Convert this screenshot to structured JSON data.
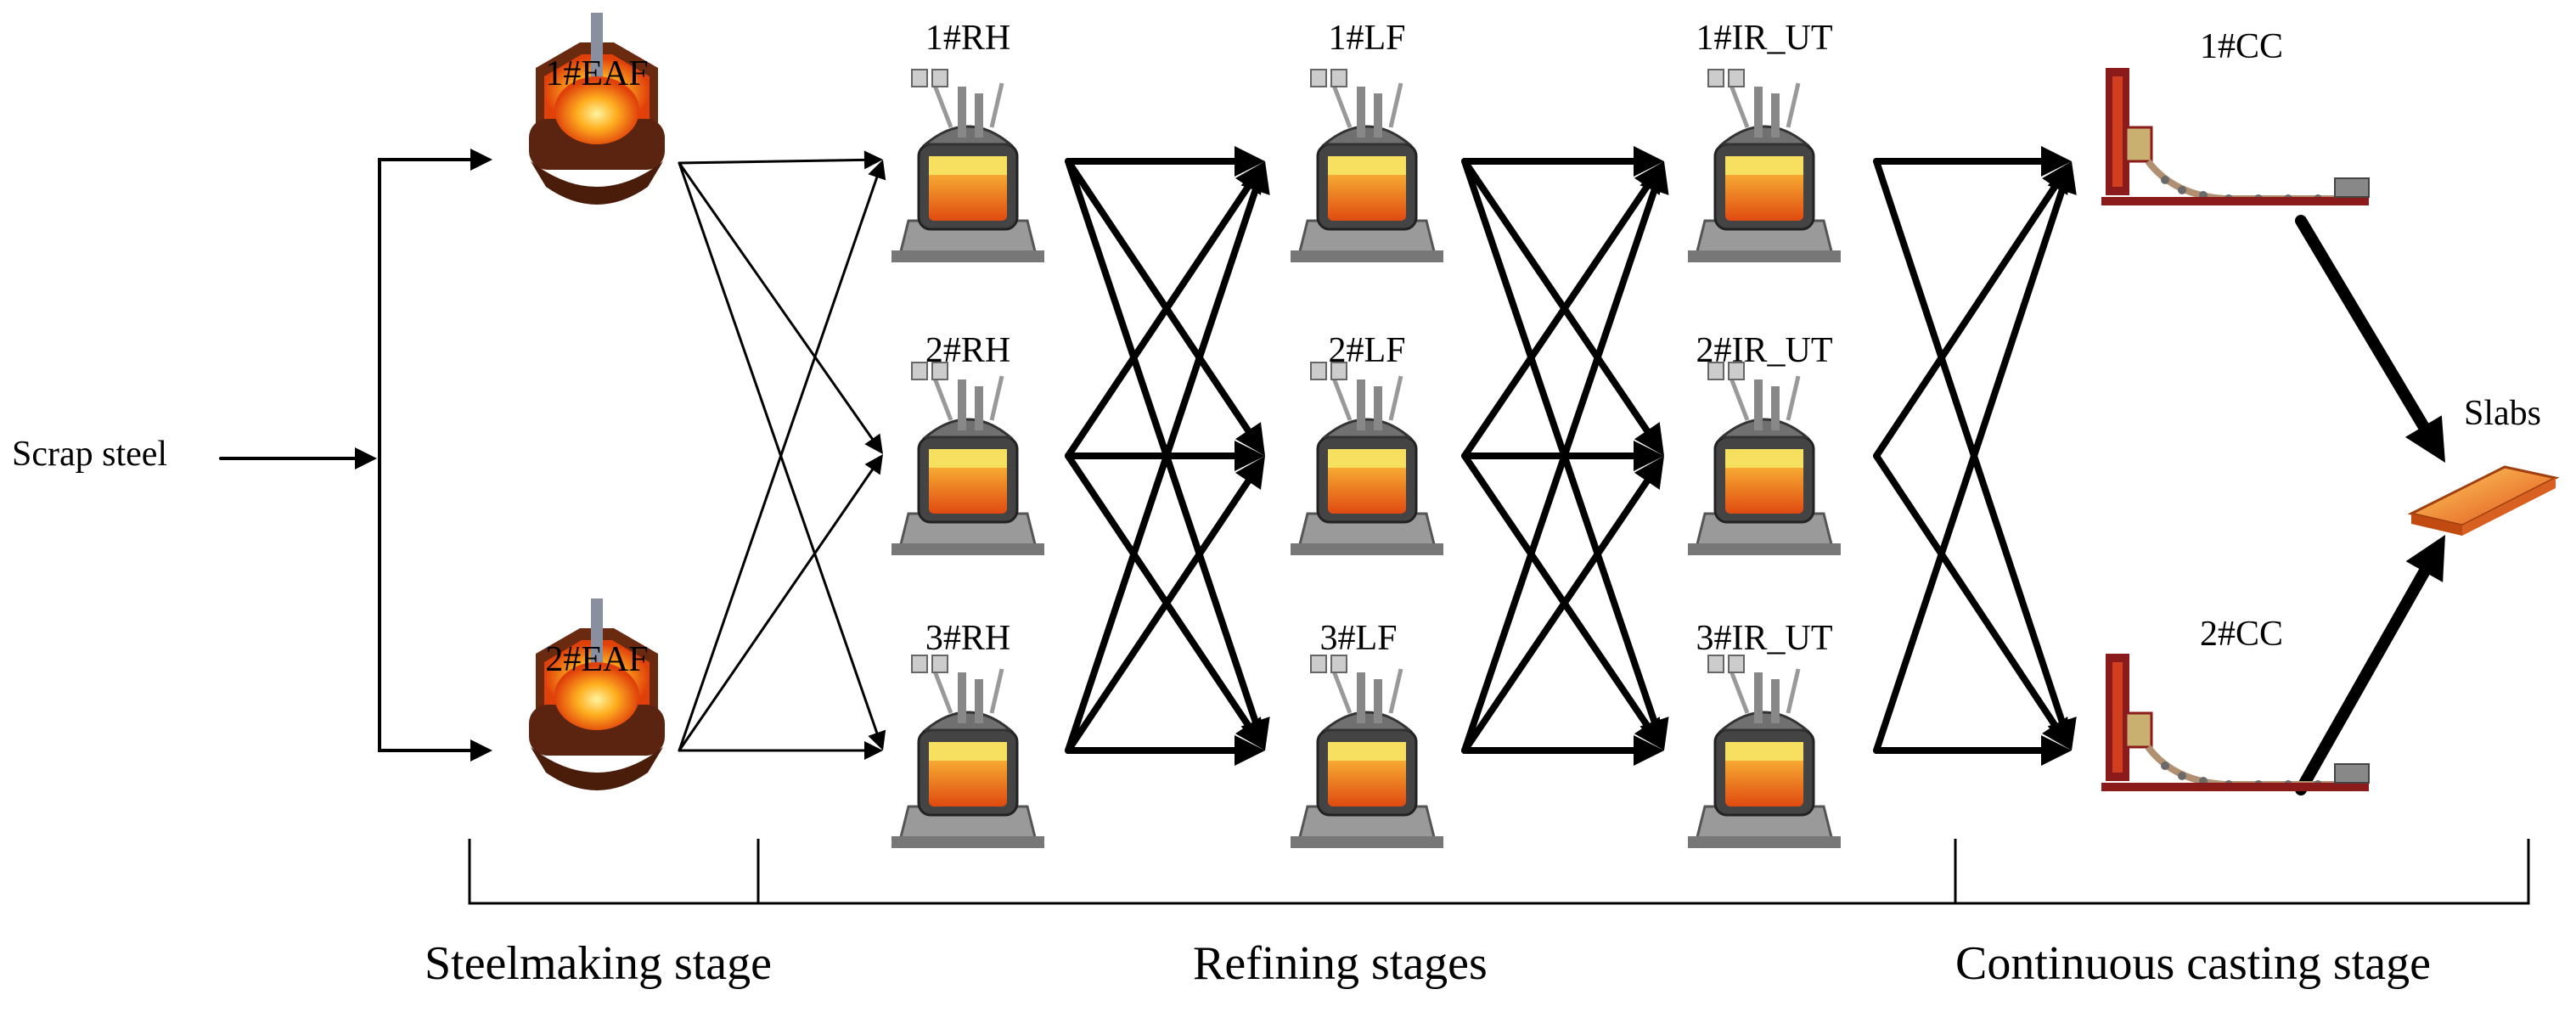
{
  "input": {
    "label": "Scrap steel"
  },
  "output": {
    "label": "Slabs"
  },
  "stages": [
    {
      "id": "steelmaking",
      "label": "Steelmaking stage",
      "units": [
        {
          "id": "eaf1",
          "label": "1#EAF"
        },
        {
          "id": "eaf2",
          "label": "2#EAF"
        }
      ]
    },
    {
      "id": "refining",
      "label": "Refining stages",
      "substages": [
        {
          "id": "rh",
          "units": [
            {
              "id": "rh1",
              "label": "1#RH"
            },
            {
              "id": "rh2",
              "label": "2#RH"
            },
            {
              "id": "rh3",
              "label": "3#RH"
            }
          ]
        },
        {
          "id": "lf",
          "units": [
            {
              "id": "lf1",
              "label": "1#LF"
            },
            {
              "id": "lf2",
              "label": "2#LF"
            },
            {
              "id": "lf3",
              "label": "3#LF"
            }
          ]
        },
        {
          "id": "ir_ut",
          "units": [
            {
              "id": "ir1",
              "label": "1#IR_UT"
            },
            {
              "id": "ir2",
              "label": "2#IR_UT"
            },
            {
              "id": "ir3",
              "label": "3#IR_UT"
            }
          ]
        }
      ]
    },
    {
      "id": "casting",
      "label": "Continuous casting stage",
      "units": [
        {
          "id": "cc1",
          "label": "1#CC"
        },
        {
          "id": "cc2",
          "label": "2#CC"
        }
      ]
    }
  ],
  "colors": {
    "line": "#000000",
    "flame": "#f5a21a",
    "steel": "#b5b5b5",
    "caster": "#8b1a1a"
  }
}
